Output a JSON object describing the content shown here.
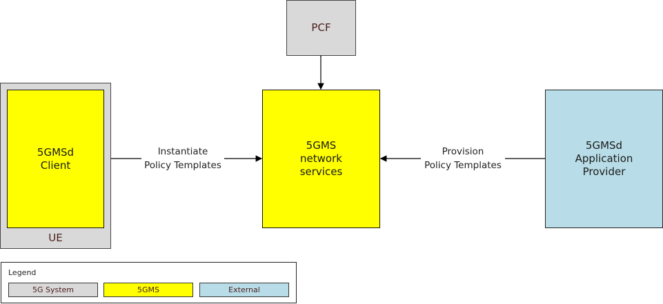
{
  "nodes": {
    "ue": {
      "label": "UE"
    },
    "client": {
      "label": "5GMSd\nClient"
    },
    "pcf": {
      "label": "PCF"
    },
    "network_services": {
      "label": "5GMS\nnetwork\nservices"
    },
    "app_provider": {
      "label": "5GMSd\nApplication\nProvider"
    }
  },
  "edges": {
    "client_to_ns": {
      "label": "Instantiate\nPolicy Templates",
      "direction": "client → network services"
    },
    "ap_to_ns": {
      "label": "Provision\nPolicy Templates",
      "direction": "application provider → network services"
    },
    "pcf_ns": {
      "label": "",
      "direction": "bidirectional"
    }
  },
  "legend": {
    "title": "Legend",
    "items": [
      {
        "label": "5G System",
        "color": "#d9d9d9"
      },
      {
        "label": "5GMS",
        "color": "#ffff00"
      },
      {
        "label": "External",
        "color": "#b8dde8"
      }
    ]
  },
  "colors": {
    "system": "#d9d9d9",
    "gms": "#ffff00",
    "external": "#b8dde8"
  }
}
